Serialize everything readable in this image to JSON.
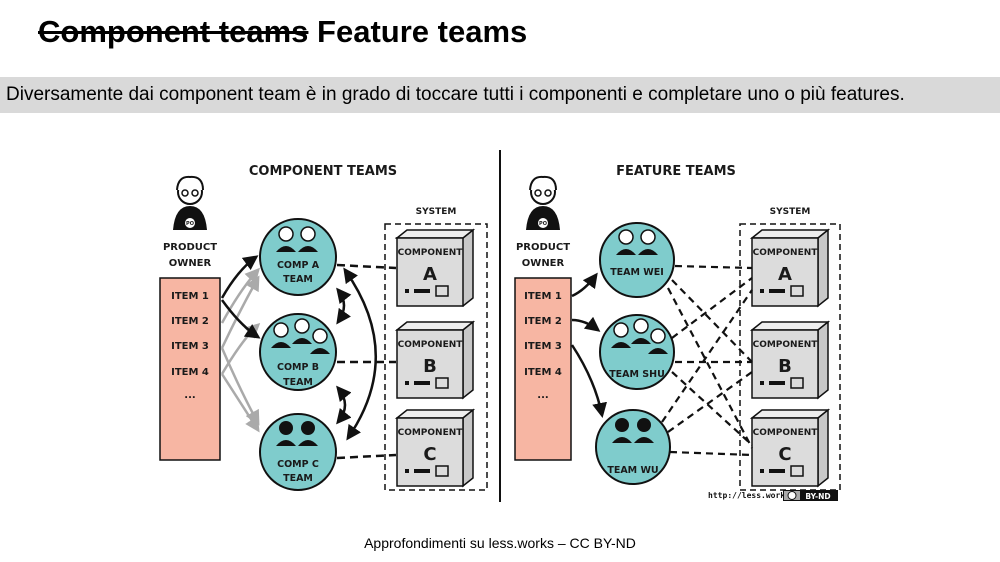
{
  "header": {
    "title_struck": "Component teams",
    "title_main": "Feature teams"
  },
  "subtitle": "Diversamente dai component team è in grado di toccare tutti i componenti e completare uno o più features.",
  "caption": "Approfondimenti su less.works – CC BY-ND",
  "colors": {
    "team_circle": "#7fcccc",
    "backlog": "#f7b6a3",
    "component_box": "#dcdcdc"
  },
  "diagram": {
    "component_side": {
      "heading": "COMPONENT TEAMS",
      "po_badge": "PO",
      "po_label_1": "PRODUCT",
      "po_label_2": "OWNER",
      "items": [
        "ITEM 1",
        "ITEM 2",
        "ITEM 3",
        "ITEM 4",
        "..."
      ],
      "teams": [
        {
          "line1": "COMP A",
          "line2": "TEAM"
        },
        {
          "line1": "COMP B",
          "line2": "TEAM"
        },
        {
          "line1": "COMP C",
          "line2": "TEAM"
        }
      ],
      "system_label": "SYSTEM",
      "components": [
        {
          "label": "COMPONENT",
          "letter": "A"
        },
        {
          "label": "COMPONENT",
          "letter": "B"
        },
        {
          "label": "COMPONENT",
          "letter": "C"
        }
      ]
    },
    "feature_side": {
      "heading": "FEATURE TEAMS",
      "po_badge": "PO",
      "po_label_1": "PRODUCT",
      "po_label_2": "OWNER",
      "items": [
        "ITEM 1",
        "ITEM 2",
        "ITEM 3",
        "ITEM 4",
        "..."
      ],
      "teams": [
        {
          "line1": "TEAM WEI"
        },
        {
          "line1": "TEAM SHU"
        },
        {
          "line1": "TEAM WU"
        }
      ],
      "system_label": "SYSTEM",
      "components": [
        {
          "label": "COMPONENT",
          "letter": "A"
        },
        {
          "label": "COMPONENT",
          "letter": "B"
        },
        {
          "label": "COMPONENT",
          "letter": "C"
        }
      ],
      "url": "http://less.works",
      "license": "BY-ND"
    }
  }
}
